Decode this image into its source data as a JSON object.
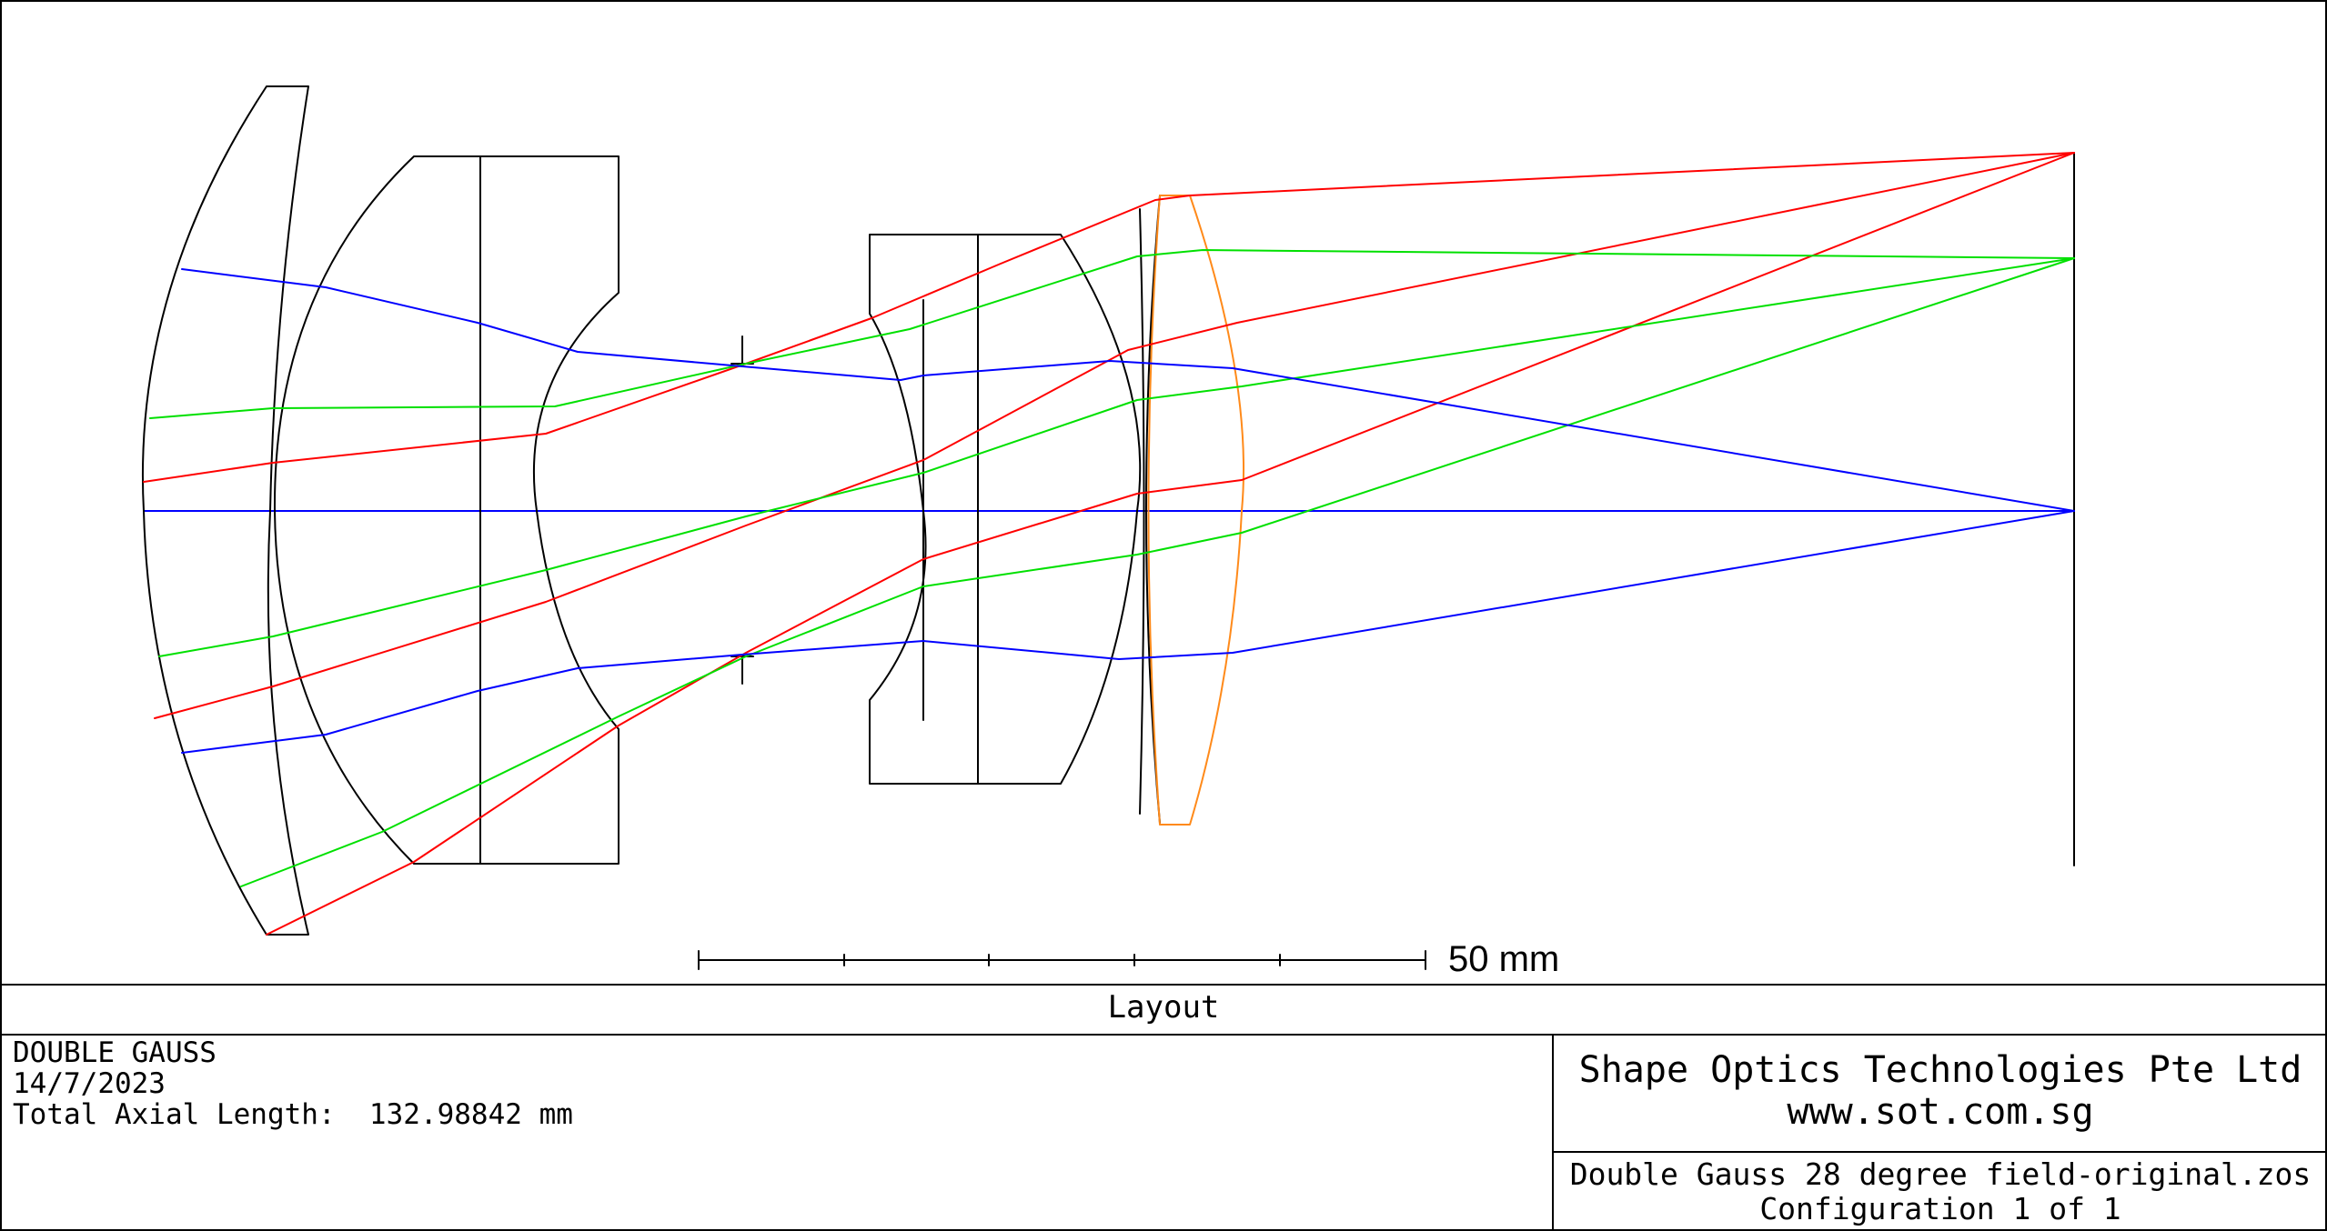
{
  "diagram": {
    "scale_bar_label": "50 mm",
    "caption": "Layout",
    "colors": {
      "frame": "#000000",
      "lens_outline": "#000000",
      "selected_lens": "#ff8a1a",
      "ray_red": "#ff0000",
      "ray_green": "#00e000",
      "ray_blue": "#0000ff"
    }
  },
  "info": {
    "system_name": "DOUBLE GAUSS",
    "date": "14/7/2023",
    "total_axial_length": "Total Axial Length:  132.98842 mm"
  },
  "company": {
    "name": "Shape Optics Technologies Pte Ltd",
    "website": "www.sot.com.sg"
  },
  "file": {
    "name": "Double Gauss 28 degree field-original.zos",
    "configuration": "Configuration 1 of 1"
  }
}
